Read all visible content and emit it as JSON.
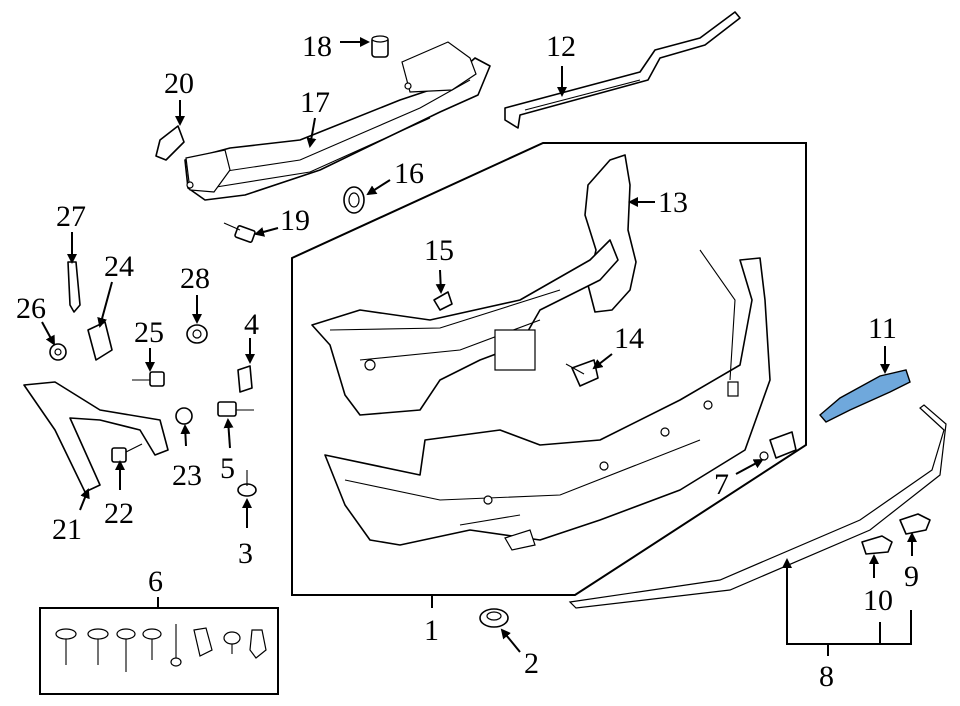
{
  "callouts": {
    "c1": "1",
    "c2": "2",
    "c3": "3",
    "c4": "4",
    "c5": "5",
    "c6": "6",
    "c7": "7",
    "c8": "8",
    "c9": "9",
    "c10": "10",
    "c11": "11",
    "c12": "12",
    "c13": "13",
    "c14": "14",
    "c15": "15",
    "c16": "16",
    "c17": "17",
    "c18": "18",
    "c19": "19",
    "c20": "20",
    "c21": "21",
    "c22": "22",
    "c23": "23",
    "c24": "24",
    "c25": "25",
    "c26": "26",
    "c27": "27",
    "c28": "28"
  },
  "colors": {
    "line": "#000000",
    "background": "#ffffff",
    "highlight_part_11": "#6fa8dc"
  }
}
